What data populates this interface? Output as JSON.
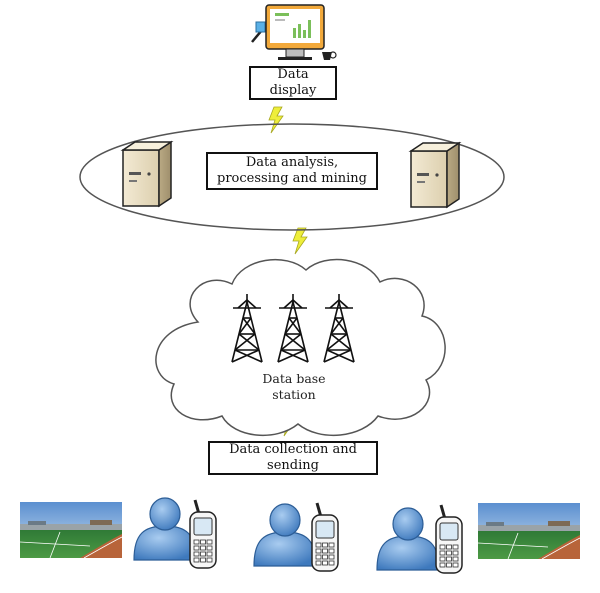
{
  "labels": {
    "display": "Data display",
    "analysis": "Data analysis, processing and mining",
    "base_station": "Data base station",
    "collection": "Data collection and sending"
  },
  "colors": {
    "lightning": "#ecec36",
    "server_body": "#e8dcc0",
    "person": "#4a86c6",
    "field_green": "#3f8a3a",
    "sky": "#8fb8e0"
  },
  "icons": [
    "monitor-icon",
    "server-icon",
    "tower-icon",
    "person-icon",
    "phone-icon",
    "stadium-image",
    "lightning-icon"
  ]
}
